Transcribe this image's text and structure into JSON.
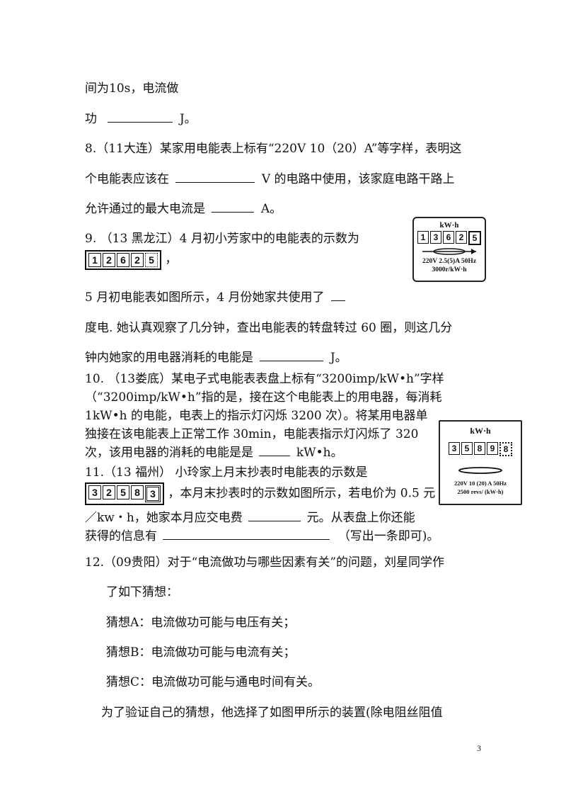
{
  "lines": {
    "l1": "间为10s，电流做",
    "l2_a": "功",
    "l2_b": "J。",
    "q8_a": "8.（11大连）某家用电能表上标有“220V 10（20）A”等字样，表明这",
    "q8_b1": "个电能表应该在",
    "q8_b2": "V 的电路中使用，该家庭电路干路上",
    "q8_c1": "允许通过的最大电流是",
    "q8_c2": "A。",
    "q9_a": "9. （13 黑龙江）4 月初小芳家中的电能表的示数为",
    "q9_b": "，",
    "q9_c": "5 月初电能表如图所示，4 月份她家共使用了",
    "q9_d": "度电. 她认真观察了几分钟，查出电能表的转盘转过 60 圈，则这几分",
    "q9_e1": "钟内她家的用电器消耗的电能是",
    "q9_e2": "J。",
    "q10_a": "10.  （13娄底）某电子式电能表表盘上标有“3200imp/kW•h”字样",
    "q10_b": "（“3200imp/kW•h”指的是，接在这个电能表上的用电器，每消耗",
    "q10_c": "1kW•h 的电能，电表上的指示灯闪烁 3200 次）。将某用电器单",
    "q10_d": "独接在该电能表上正常工作 30min，电能表指示灯闪烁了 320",
    "q10_e1": "次，该用电器的消耗的电能是是",
    "q10_e2": "kW•h。",
    "q11_a": "11.（13 福州）  小玲家上月末抄表时电能表的示数是",
    "q11_b": "，本月末抄表时的示数如图所示，若电价为 0.5 元",
    "q11_c1": "／kw・h，她家本月应交电费",
    "q11_c2": "元。从表盘上你还能",
    "q11_d1": "获得的信息有",
    "q11_d2": "（写出一条即可)。",
    "q12_a": "12.（09贵阳）对于“电流做功与哪些因素有关”的问题，刘星同学作",
    "q12_b": "了如下猜想：",
    "q12_c": "猜想A：电流做功可能与电压有关；",
    "q12_d": "猜想B：电流做功可能与电流有关；",
    "q12_e": "猜想C：电流做功可能与通电时间有关。",
    "q12_f": "为了验证自己的猜想，他选择了如图甲所示的装置(除电阻丝阻值"
  },
  "reading_q9": [
    "1",
    "2",
    "6",
    "2",
    "5"
  ],
  "reading_q11": [
    "3",
    "2",
    "5",
    "8",
    "3"
  ],
  "meter1": {
    "unit": "kW·h",
    "digits": [
      "1",
      "3",
      "6",
      "2",
      "5"
    ],
    "spec1": "220V  2.5(5)A  50Hz",
    "spec2": "3000r/kW·h"
  },
  "meter2": {
    "unit": "kW·h",
    "digits": [
      "3",
      "5",
      "8",
      "9",
      "8"
    ],
    "spec1": "220V  10 (20) A  50Hz",
    "spec2": "2500 revs/ (kW·h)"
  },
  "page_number": "3"
}
